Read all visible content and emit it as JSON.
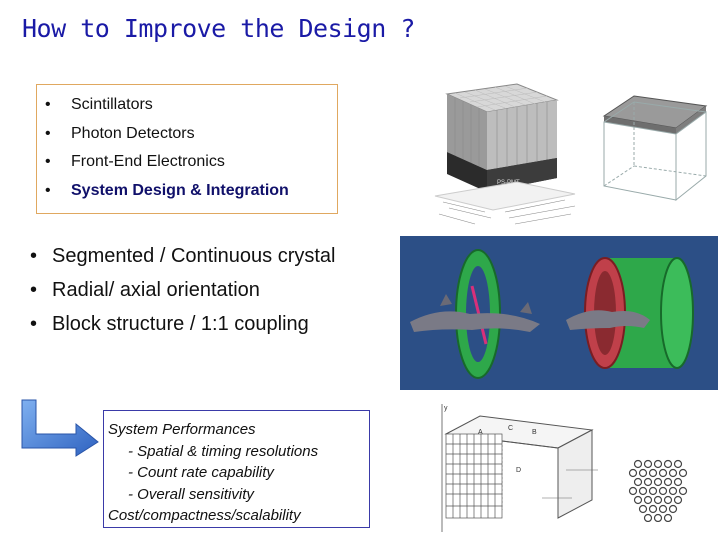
{
  "slide": {
    "title": "How to Improve the Design ?",
    "topics": {
      "bullet": "•",
      "items": [
        {
          "label": "Scintillators"
        },
        {
          "label": "Photon Detectors"
        },
        {
          "label": "Front-End Electronics"
        },
        {
          "label": "System Design & Integration"
        }
      ]
    },
    "options": {
      "bullet": "•",
      "items": [
        {
          "label": "Segmented / Continuous crystal"
        },
        {
          "label": "Radial/ axial orientation"
        },
        {
          "label": "Block structure / 1:1 coupling"
        }
      ]
    },
    "performances": {
      "heading": "System Performances",
      "items": [
        "- Spatial & timing resolutions",
        "- Count rate capability",
        "- Overall sensitivity"
      ],
      "footer": "Cost/compactness/scalability"
    },
    "figure_labels": {
      "detector_chip": "PS-PMT",
      "axis_y": "y",
      "block_a": "A",
      "block_b": "B",
      "block_c": "C",
      "block_d": "D"
    }
  },
  "colors": {
    "title": "#1a1aa6",
    "topic_box_border": "#e0a860",
    "perf_box_border": "#3a3aa8",
    "arrow_fill": "#4a7fd8",
    "pet_background": "#2c4f86",
    "ring_green": "#2ea84a",
    "ring_red": "#c0404a"
  }
}
